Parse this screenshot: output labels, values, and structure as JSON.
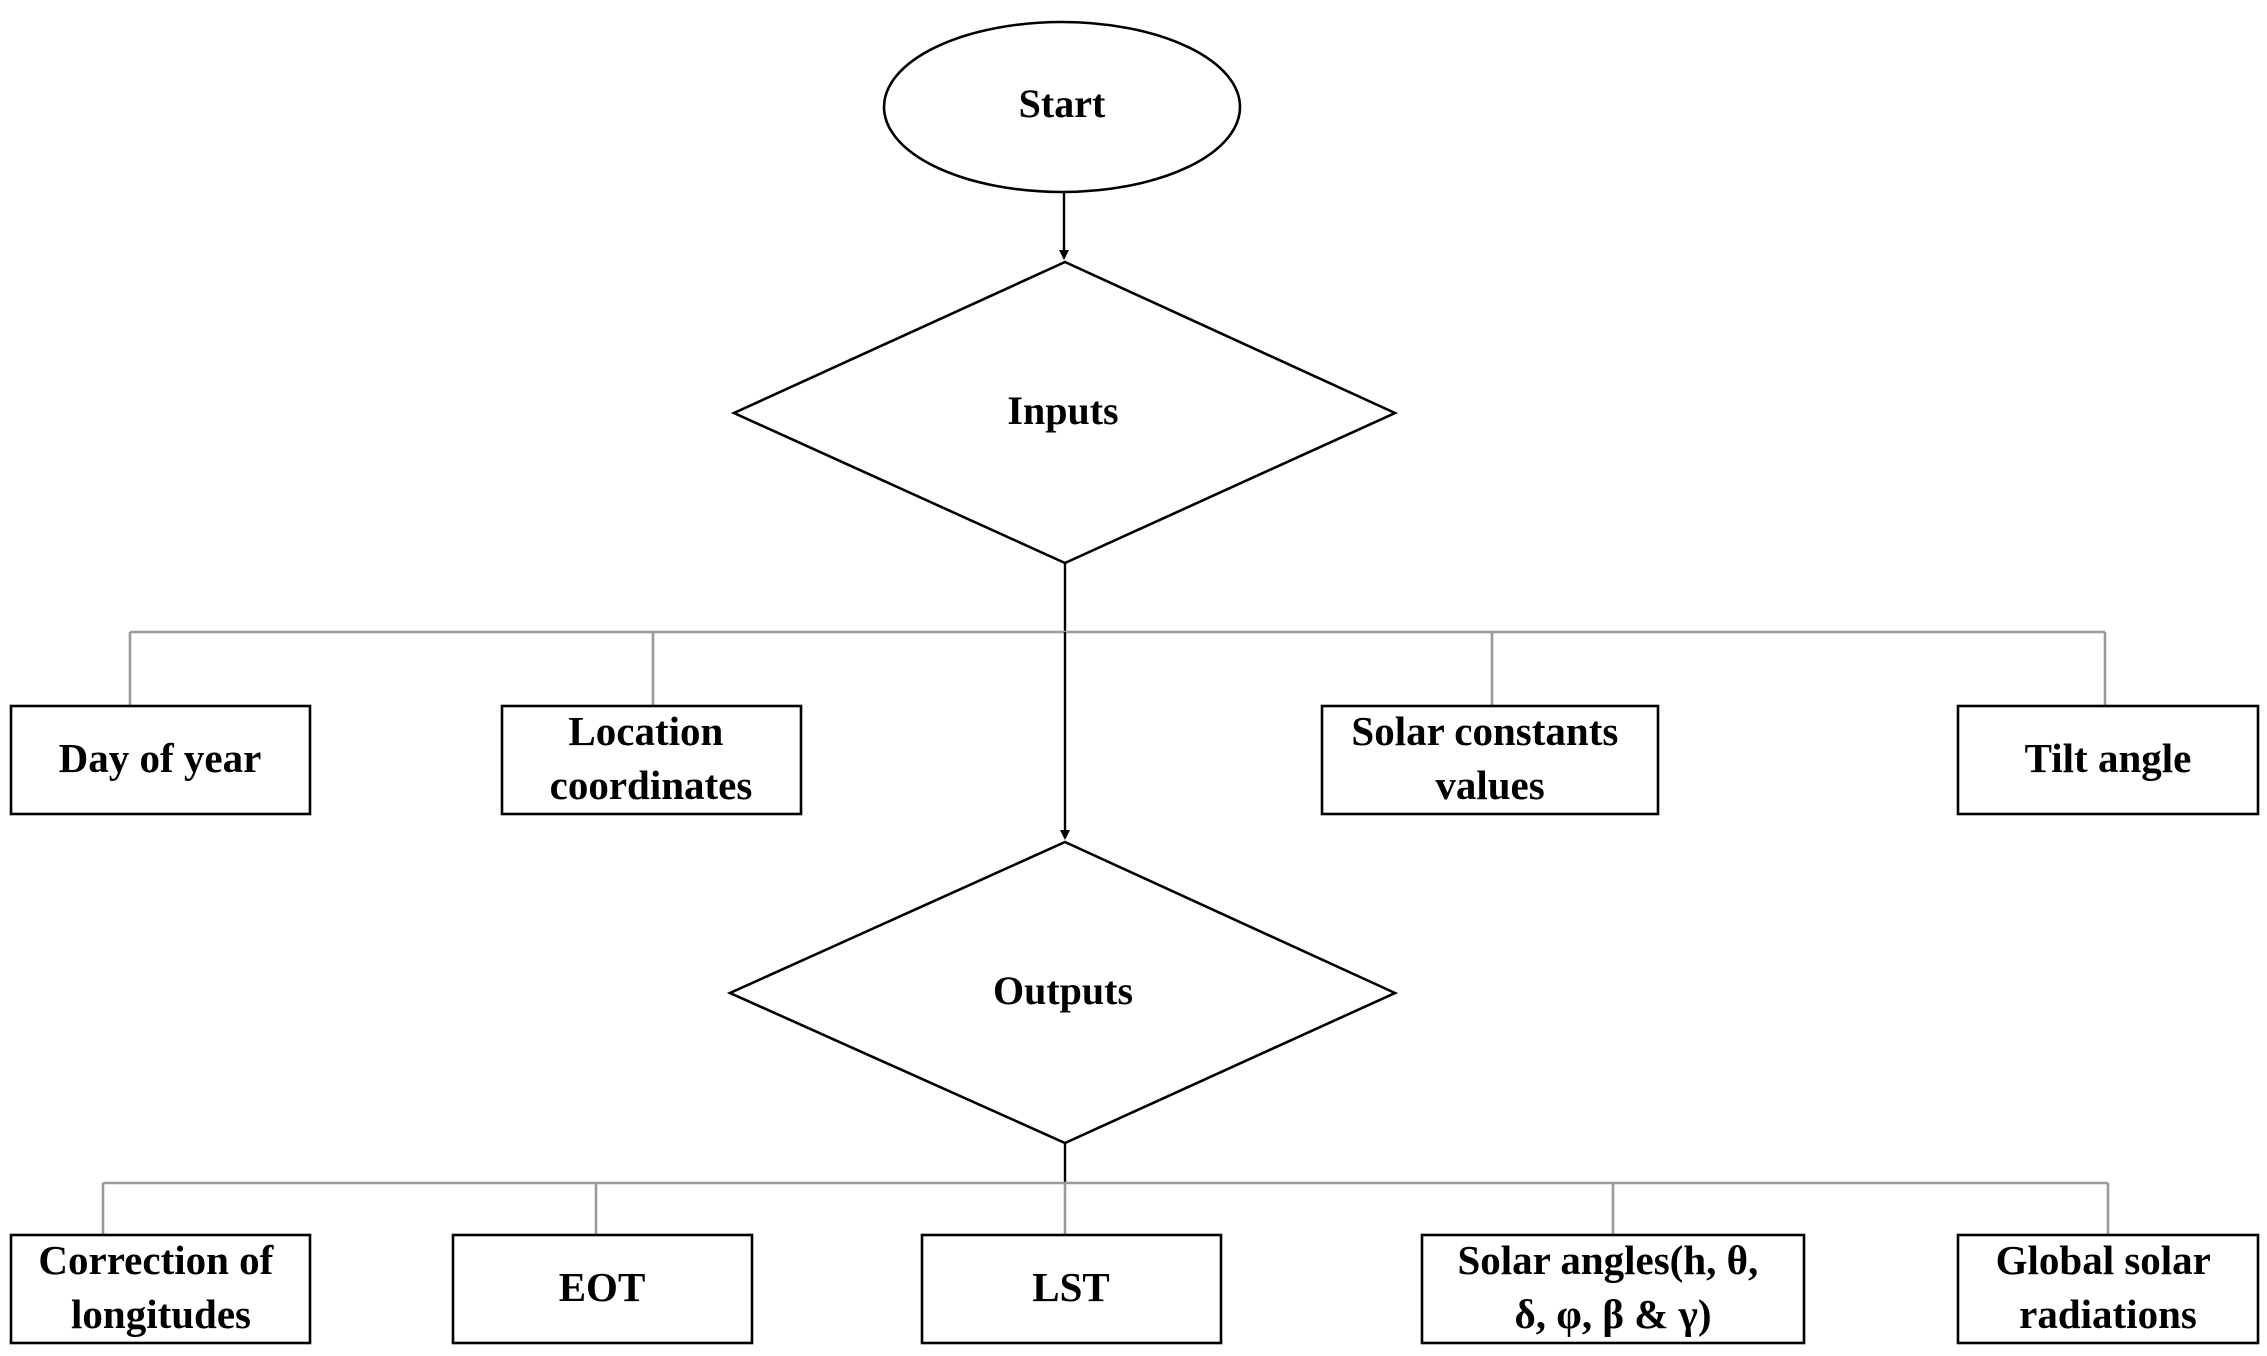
{
  "nodes": {
    "start": "Start",
    "inputs": "Inputs",
    "outputs": "Outputs",
    "input_items": [
      [
        "Day of year"
      ],
      [
        "Location",
        "coordinates"
      ],
      [
        "Solar constants",
        "values"
      ],
      [
        "Tilt angle"
      ]
    ],
    "output_items": [
      [
        "Correction of",
        "longitudes"
      ],
      [
        "EOT"
      ],
      [
        "LST"
      ],
      [
        "Solar angles(h, θ,",
        "δ, φ, β & γ)"
      ],
      [
        "Global solar",
        "radiations"
      ]
    ]
  },
  "colors": {
    "stroke": "#000000",
    "connector": "#9a9a9a",
    "background": "#ffffff"
  }
}
